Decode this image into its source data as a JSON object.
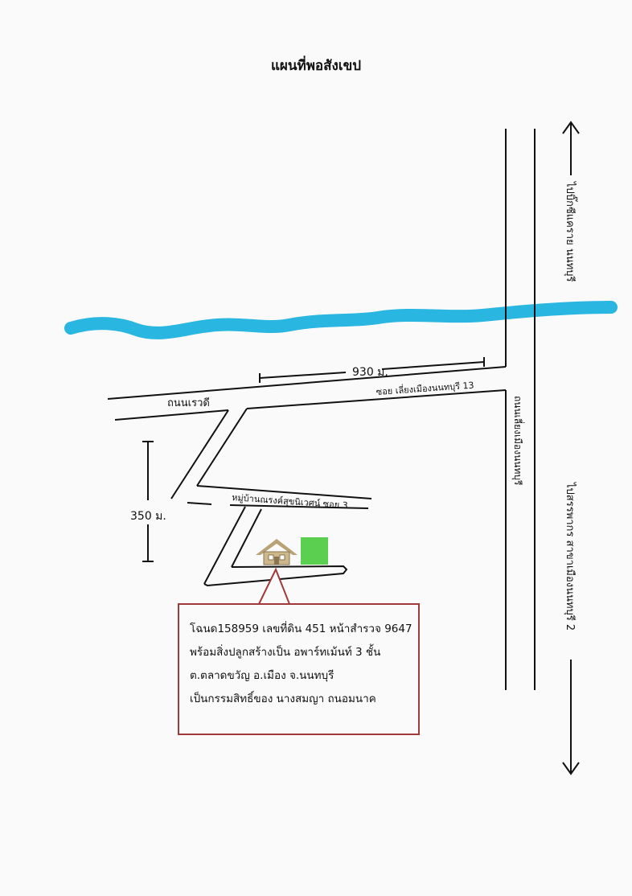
{
  "map": {
    "title": "แผนที่พอสังเขป",
    "labels": {
      "distance_top": "930 ม.",
      "distance_left": "350 ม.",
      "road_rewadee": "ถนนเรวดี",
      "soi_upper": "ซอย เลี่ยงเมืองนนทบุรี 13",
      "road_bypass": "ถนนเลี่ยงเมืองนนทบุรี",
      "village_soi": "หมู่บ้านณรงค์สุขนิเวศน์ ซอย 3",
      "direction_north": "ไปบิ๊กซีแคราย นนทบุรี",
      "direction_south": "ไปสรรพากร สาขาเมืองนนทบุรี 2"
    },
    "callout": {
      "line1": "โฉนด158959 เลขที่ดิน 451 หน้าสำรวจ 9647",
      "line2": "พร้อมสิ่งปลูกสร้างเป็น อพาร์ทเม้นท์ 3 ชั้น",
      "line3": "ต.ตลาดขวัญ อ.เมือง จ.นนทบุรี",
      "line4": "เป็นกรรมสิทธิ์ของ นางสมญา ถนอมนาค"
    },
    "colors": {
      "river": "#29b6e0",
      "callout_border": "#a03a3a",
      "green_marker": "#5bcf4f",
      "house": "#b9a276"
    },
    "icons": [
      "house-icon",
      "arrow-up-icon",
      "arrow-down-icon"
    ]
  }
}
